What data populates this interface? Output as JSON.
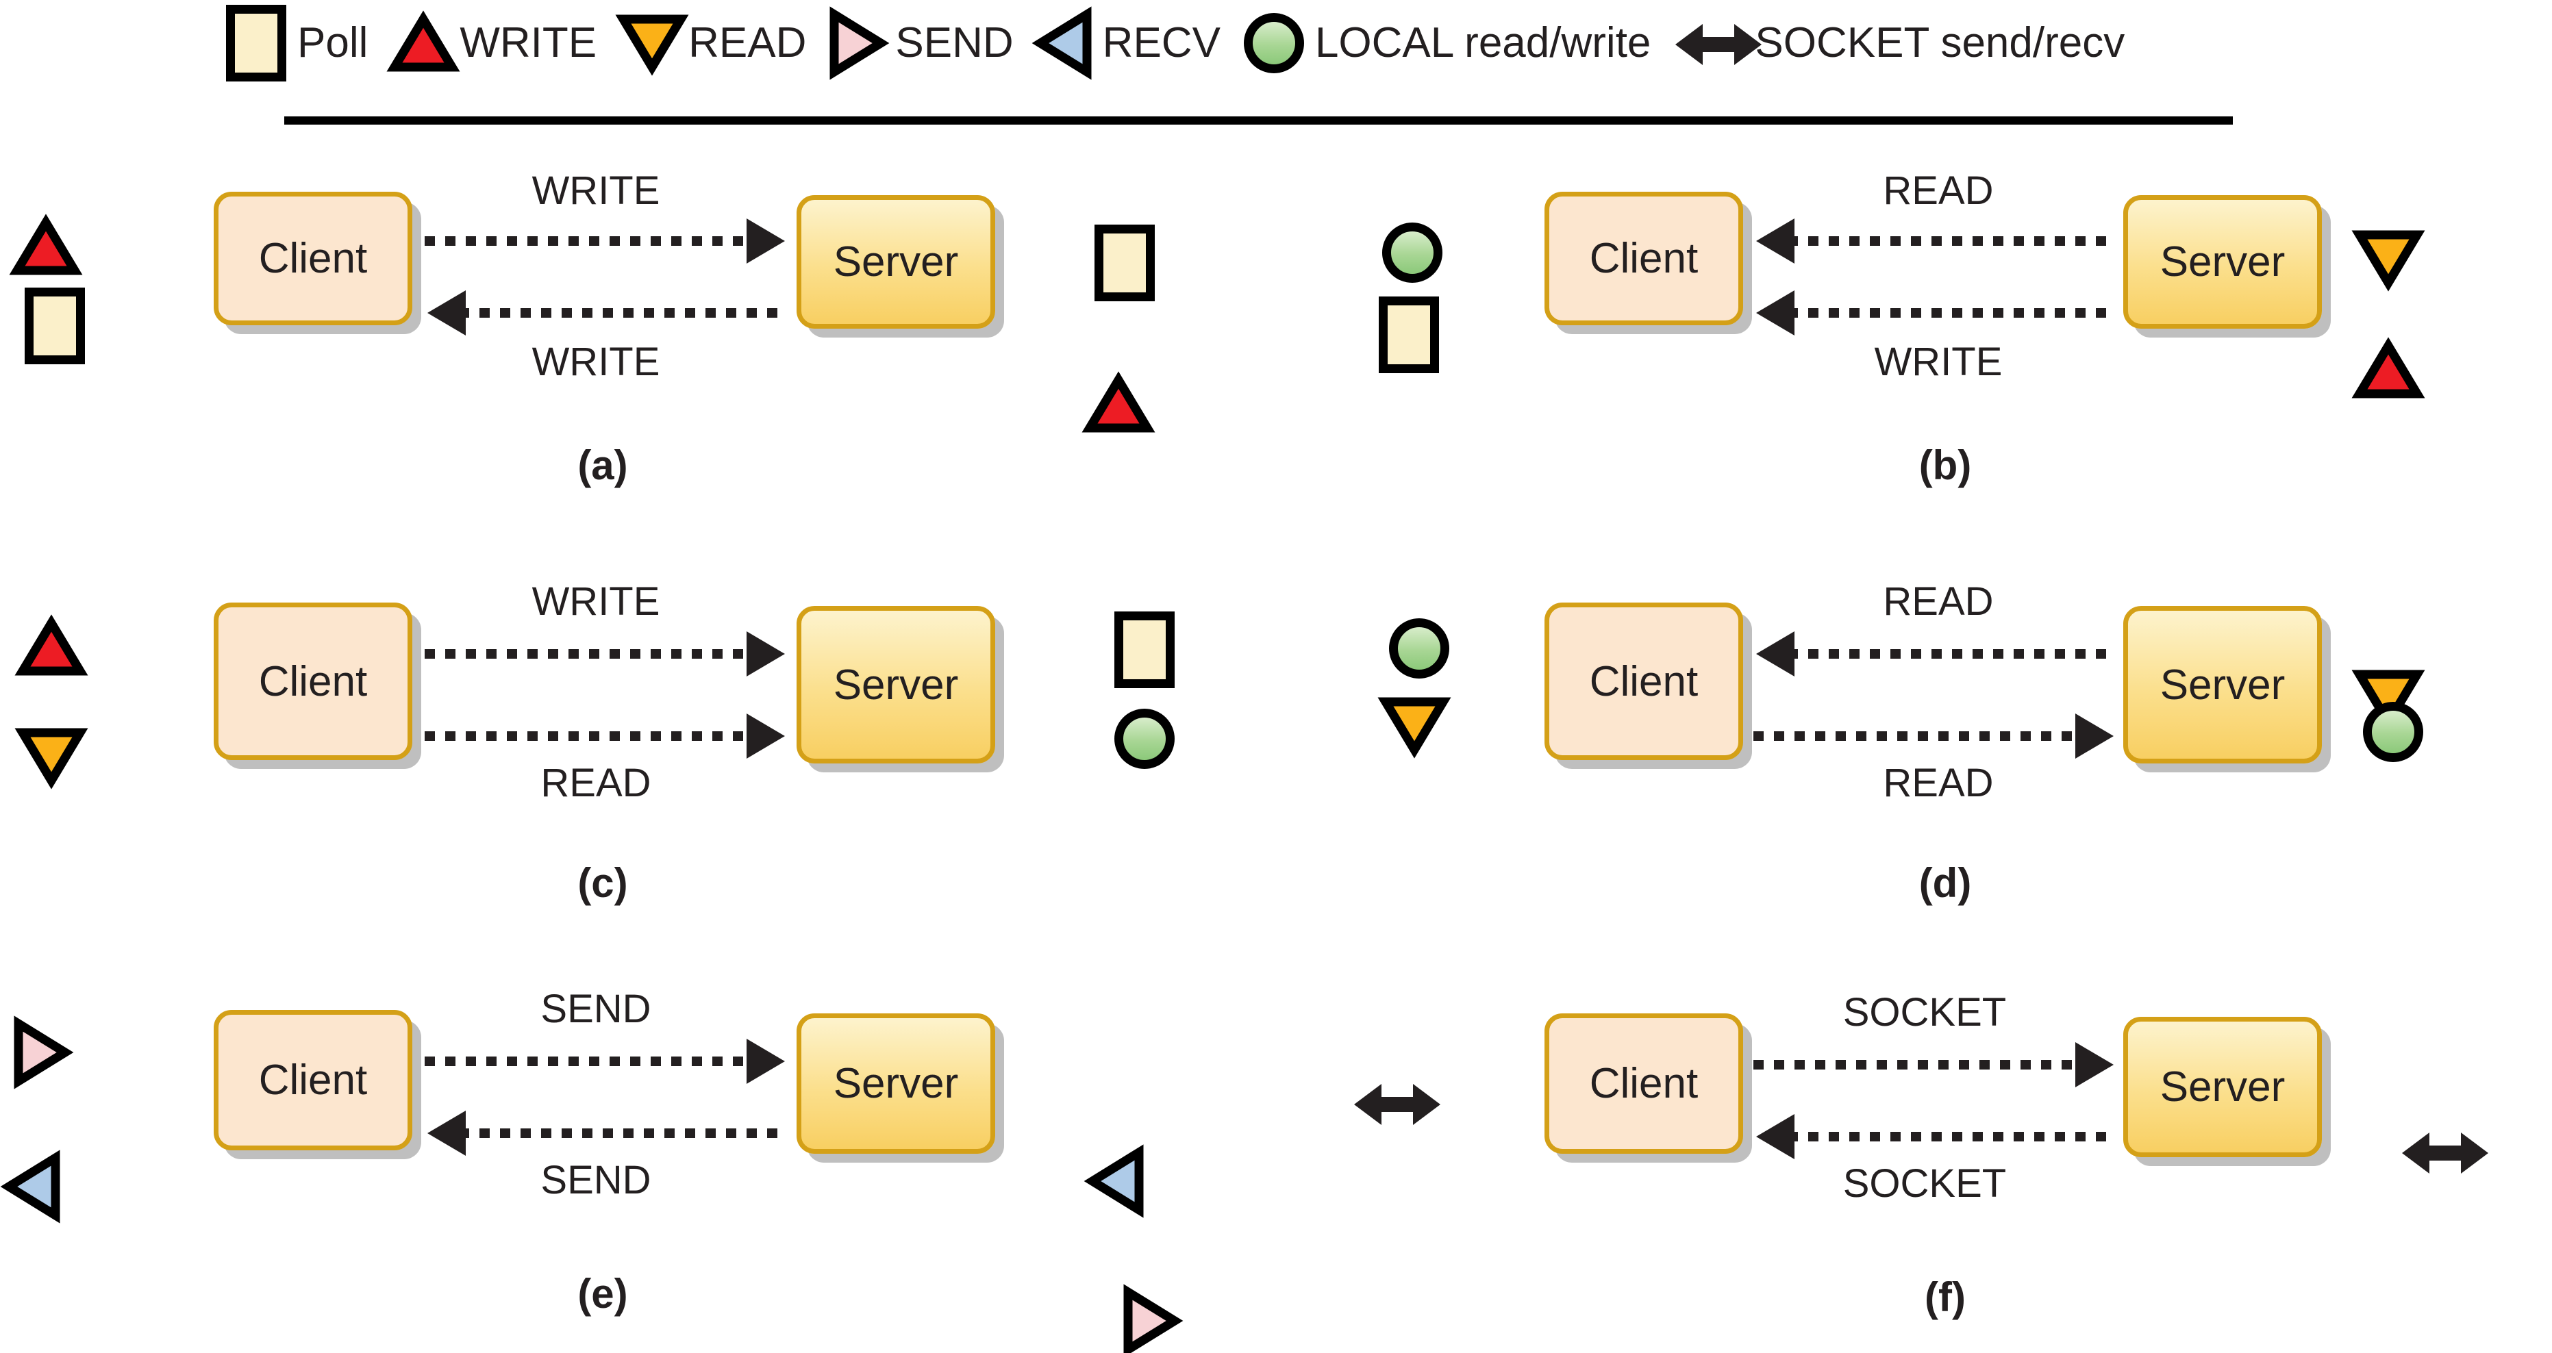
{
  "legend": {
    "items": [
      {
        "icon": "poll-square-icon",
        "label": "Poll"
      },
      {
        "icon": "write-triangle-up-icon",
        "label": "WRITE"
      },
      {
        "icon": "read-triangle-down-icon",
        "label": "READ"
      },
      {
        "icon": "send-triangle-right-icon",
        "label": "SEND"
      },
      {
        "icon": "recv-triangle-left-icon",
        "label": "RECV"
      },
      {
        "icon": "local-circle-icon",
        "label": "LOCAL read/write"
      },
      {
        "icon": "socket-double-arrow-icon",
        "label": "SOCKET send/recv"
      }
    ]
  },
  "colors": {
    "poll_fill": "#fbf0ca",
    "write_fill": "#ed1c24",
    "read_fill": "#fbb117",
    "send_fill": "#f7d2d5",
    "recv_fill": "#aecbe8",
    "local_fill": "#a8d694",
    "socket_fill": "#231f20",
    "client_fill": "#fce6cf",
    "server_fill": "#fbdf8c",
    "node_border": "#d4a017",
    "shadow": "#b4b4b4",
    "text": "#231f20"
  },
  "nodes": {
    "client_label": "Client",
    "server_label": "Server"
  },
  "panels": [
    {
      "id": "a",
      "caption": "(a)",
      "top_arrow": {
        "direction": "right",
        "label": "WRITE"
      },
      "bottom_arrow": {
        "direction": "left",
        "label": "WRITE"
      },
      "left_markers": [
        "write-triangle-up-icon",
        "poll-square-icon"
      ],
      "right_markers": [
        "poll-square-icon",
        "write-triangle-up-icon"
      ]
    },
    {
      "id": "b",
      "caption": "(b)",
      "top_arrow": {
        "direction": "left",
        "label": "READ"
      },
      "bottom_arrow": {
        "direction": "left",
        "label": "WRITE"
      },
      "left_markers": [
        "local-circle-icon",
        "poll-square-icon"
      ],
      "right_markers": [
        "read-triangle-down-icon",
        "write-triangle-up-icon"
      ]
    },
    {
      "id": "c",
      "caption": "(c)",
      "top_arrow": {
        "direction": "right",
        "label": "WRITE"
      },
      "bottom_arrow": {
        "direction": "right",
        "label": "READ"
      },
      "left_markers": [
        "write-triangle-up-icon",
        "read-triangle-down-icon"
      ],
      "right_markers": [
        "poll-square-icon",
        "local-circle-icon"
      ]
    },
    {
      "id": "d",
      "caption": "(d)",
      "top_arrow": {
        "direction": "left",
        "label": "READ"
      },
      "bottom_arrow": {
        "direction": "right",
        "label": "READ"
      },
      "left_markers": [
        "local-circle-icon",
        "read-triangle-down-icon"
      ],
      "right_markers": [
        "read-triangle-down-icon",
        "local-circle-icon"
      ]
    },
    {
      "id": "e",
      "caption": "(e)",
      "top_arrow": {
        "direction": "right",
        "label": "SEND"
      },
      "bottom_arrow": {
        "direction": "left",
        "label": "SEND"
      },
      "left_markers": [
        "send-triangle-right-icon",
        "recv-triangle-left-icon"
      ],
      "right_markers": [
        "recv-triangle-left-icon",
        "send-triangle-right-icon"
      ]
    },
    {
      "id": "f",
      "caption": "(f)",
      "top_arrow": {
        "direction": "right",
        "label": "SOCKET"
      },
      "bottom_arrow": {
        "direction": "left",
        "label": "SOCKET"
      },
      "left_markers": [
        "socket-double-arrow-icon"
      ],
      "right_markers": [
        "socket-double-arrow-icon"
      ]
    }
  ]
}
